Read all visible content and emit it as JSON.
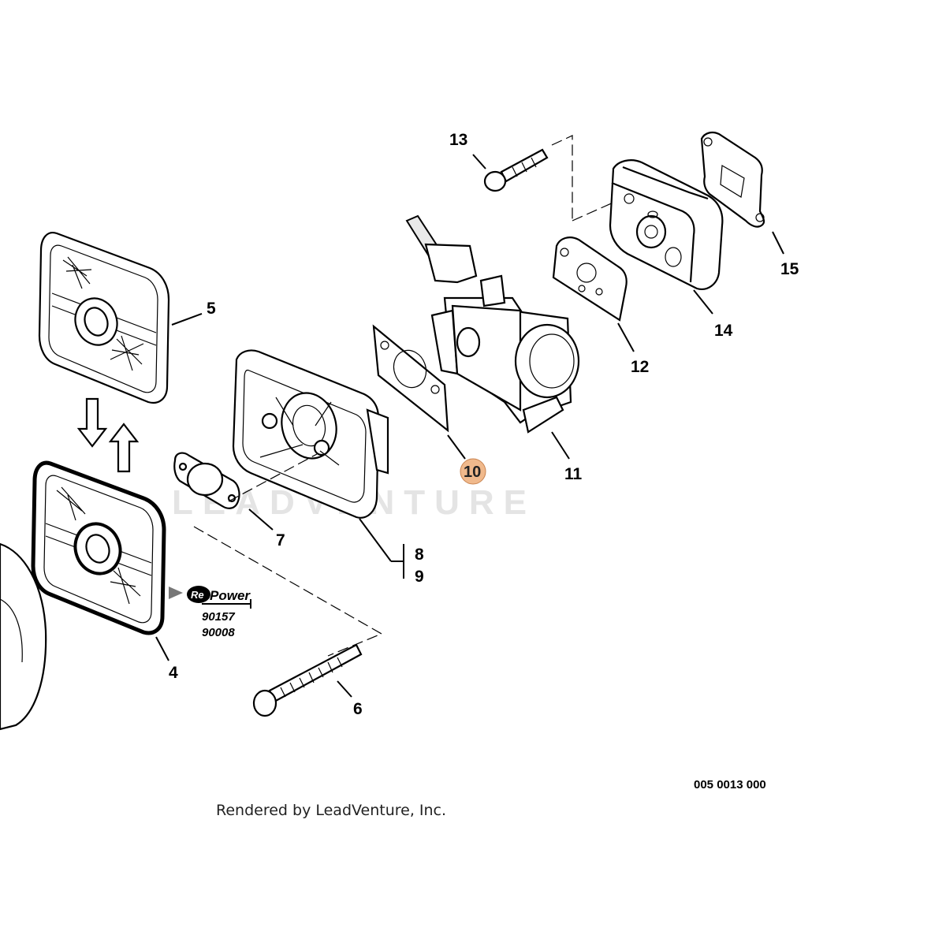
{
  "diagram": {
    "watermark_text": "LEADVENTURE",
    "diagram_id": "005 0013 000",
    "rendered_by": "Rendered by LeadVenture, Inc.",
    "callouts": {
      "c4": "4",
      "c5": "5",
      "c6": "6",
      "c7": "7",
      "c8": "8",
      "c9": "9",
      "c10": "10",
      "c11": "11",
      "c12": "12",
      "c13": "13",
      "c14": "14",
      "c15": "15"
    },
    "highlight_color": "#f0b98c",
    "repower": {
      "brand_re": "Re",
      "brand_power": "Power",
      "code_1": "90157",
      "code_2": "90008"
    }
  }
}
